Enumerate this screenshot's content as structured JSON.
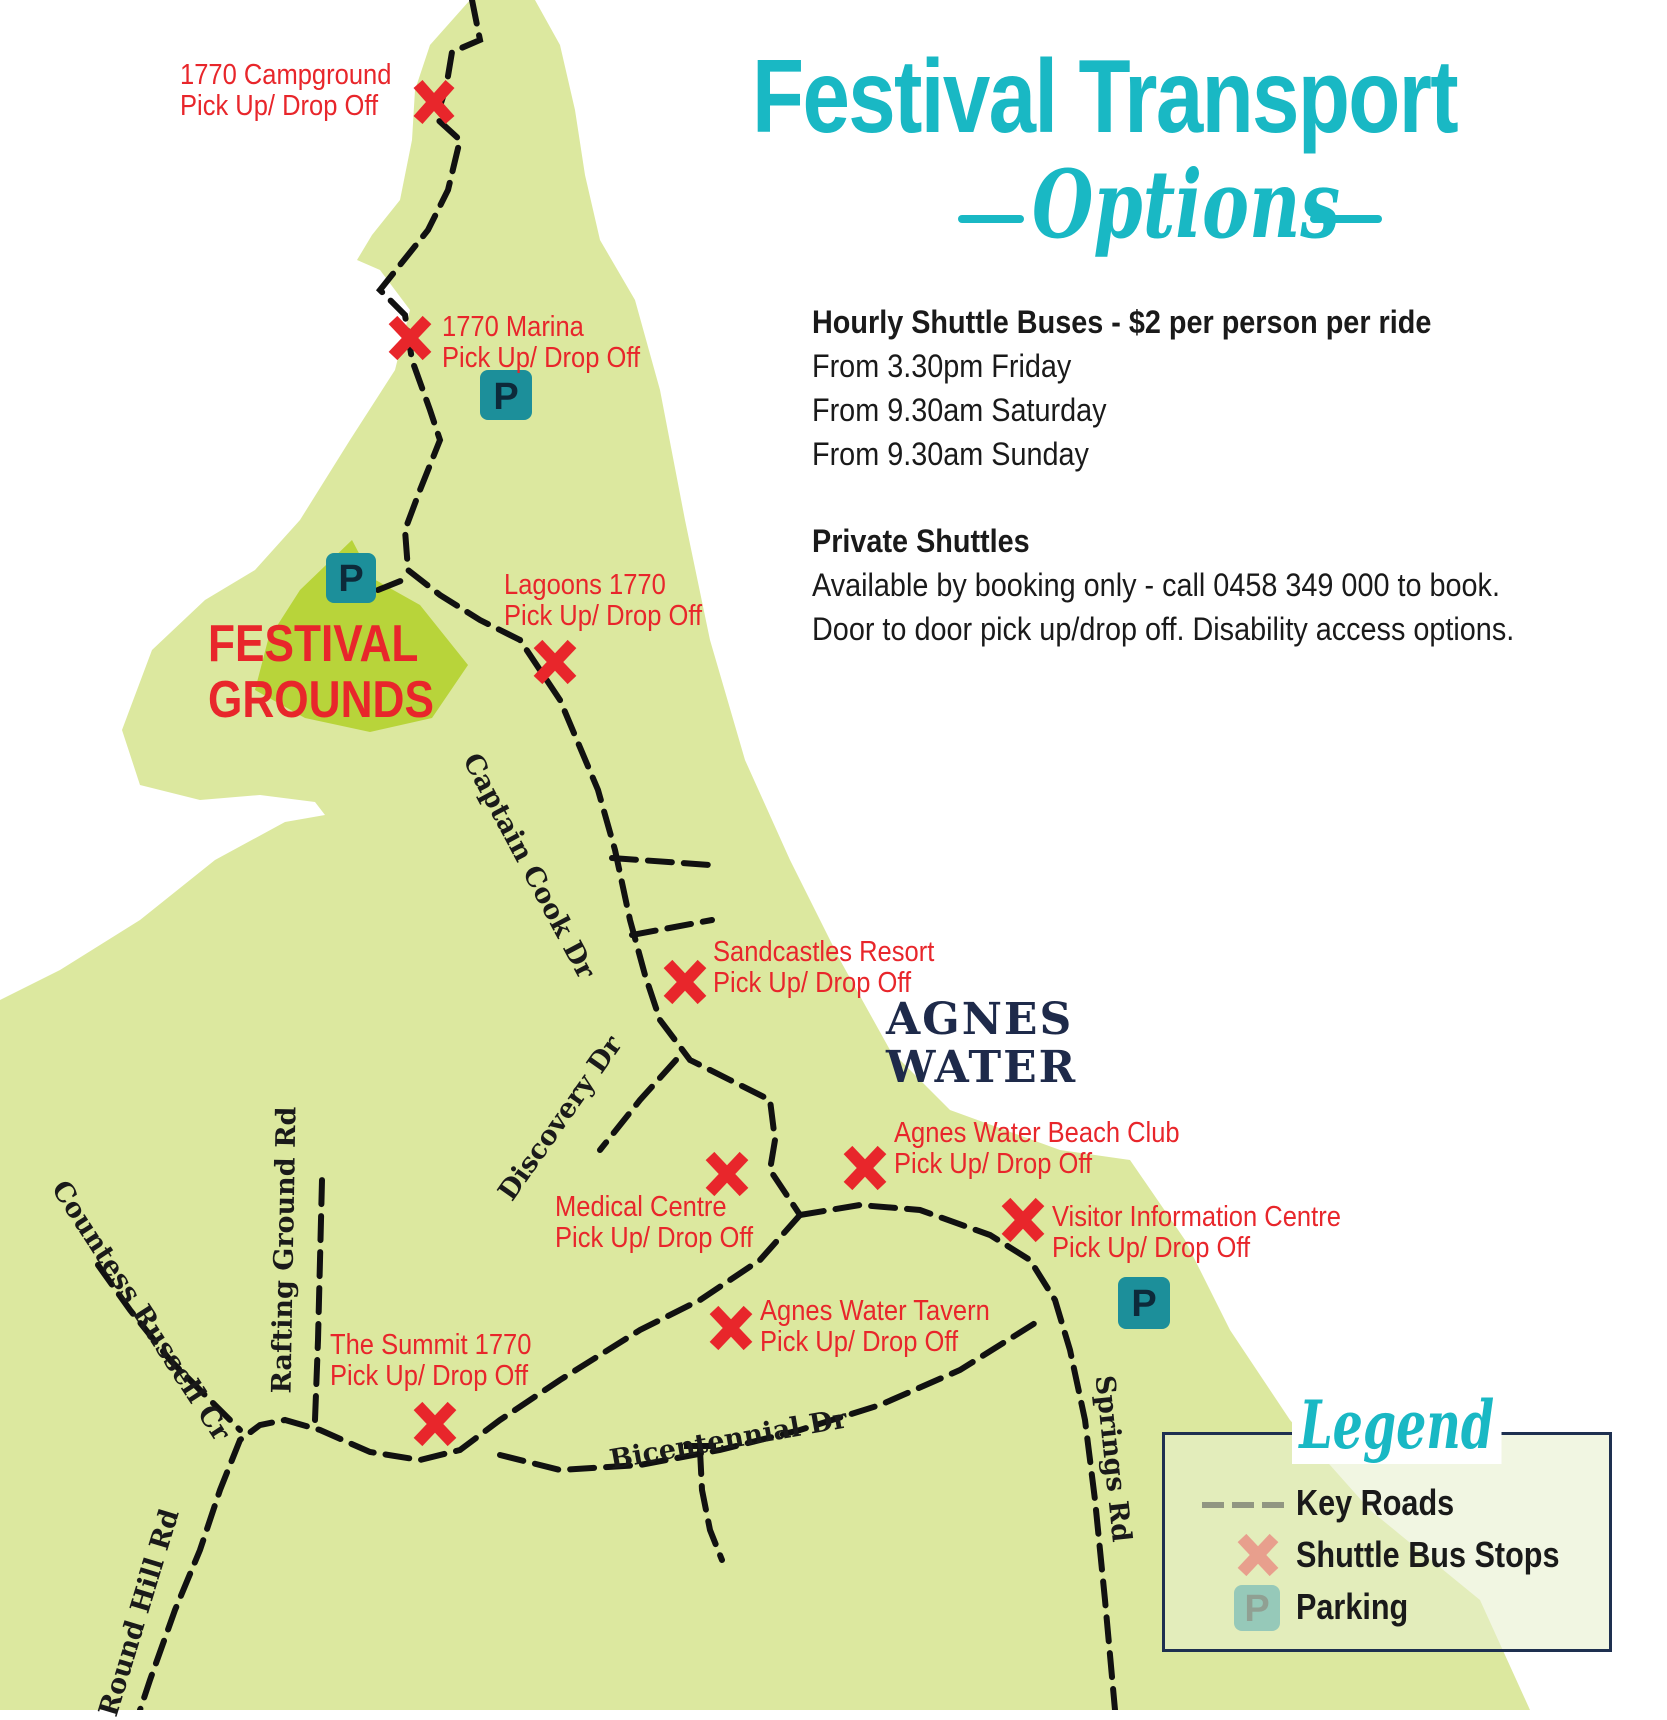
{
  "title": {
    "main": "Festival Transport",
    "sub": "Options"
  },
  "info": {
    "hourly_heading": "Hourly Shuttle Buses - $2 per person per ride",
    "hourly_times": [
      "From 3.30pm Friday",
      "From 9.30am Saturday",
      "From 9.30am Sunday"
    ],
    "private_heading": "Private Shuttles",
    "private_lines": [
      "Available by booking only - call 0458 349 000 to book.",
      "Door to door pick up/drop off. Disability access options."
    ]
  },
  "stops": [
    {
      "name": "1770 Campground",
      "detail": "Pick Up/ Drop Off"
    },
    {
      "name": "1770 Marina",
      "detail": "Pick Up/ Drop Off"
    },
    {
      "name": "Lagoons 1770",
      "detail": "Pick Up/ Drop Off"
    },
    {
      "name": "Sandcastles Resort",
      "detail": "Pick Up/ Drop Off"
    },
    {
      "name": "Agnes Water Beach Club",
      "detail": "Pick Up/ Drop Off"
    },
    {
      "name": "Medical Centre",
      "detail": "Pick Up/ Drop Off"
    },
    {
      "name": "Visitor Information Centre",
      "detail": "Pick Up/ Drop Off"
    },
    {
      "name": "Agnes Water Tavern",
      "detail": "Pick Up/ Drop Off"
    },
    {
      "name": "The Summit 1770",
      "detail": "Pick Up/ Drop Off"
    }
  ],
  "roads": {
    "captain_cook": "Captain Cook Dr",
    "discovery": "Discovery Dr",
    "rafting_ground": "Rafting Ground Rd",
    "countess_russell": "Countess Russell Cr",
    "round_hill": "Round Hill Rd",
    "bicentennial": "Bicentennial Dr",
    "springs": "Springs Rd"
  },
  "areas": {
    "festival_grounds": [
      "FESTIVAL",
      "GROUNDS"
    ],
    "town": [
      "AGNES",
      "WATER"
    ]
  },
  "parking_symbol": "P",
  "legend": {
    "title": "Legend",
    "key_roads": "Key Roads",
    "shuttle_stops": "Shuttle Bus Stops",
    "parking": "Parking"
  },
  "colors": {
    "land": "#dce89f",
    "festival_area": "#b8d43a",
    "accent_teal": "#19b8c4",
    "stop_red": "#e8262b",
    "parking_teal": "#1c8f9a",
    "road": "#111111",
    "navy": "#1e2a4a"
  }
}
